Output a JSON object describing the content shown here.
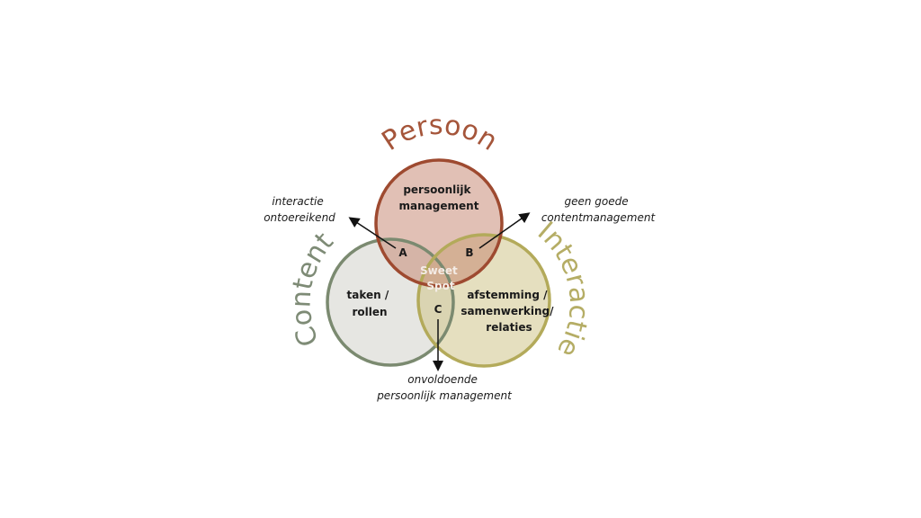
{
  "diagram": {
    "sets": [
      {
        "name": "Persoon",
        "inner_label": [
          "persoonlijk",
          "management"
        ],
        "stroke": "#9e4a30",
        "fill": "#c98c78"
      },
      {
        "name": "Content",
        "inner_label": [
          "taken /",
          "rollen"
        ],
        "stroke": "#7b8a70",
        "fill": "#e4e4e0"
      },
      {
        "name": "Interactie",
        "inner_label": [
          "afstemming /",
          "samenwerking/",
          "relaties"
        ],
        "stroke": "#b3aa5a",
        "fill": "#d9d0a0"
      }
    ],
    "center_label": [
      "Sweet",
      "Spot"
    ],
    "intersections": [
      {
        "letter": "A",
        "note": [
          "interactie",
          "ontoereikend"
        ]
      },
      {
        "letter": "B",
        "note": [
          "geen goede",
          "contentmanagement"
        ]
      },
      {
        "letter": "C",
        "note": [
          "onvoldoende",
          "persoonlijk management"
        ]
      }
    ]
  }
}
